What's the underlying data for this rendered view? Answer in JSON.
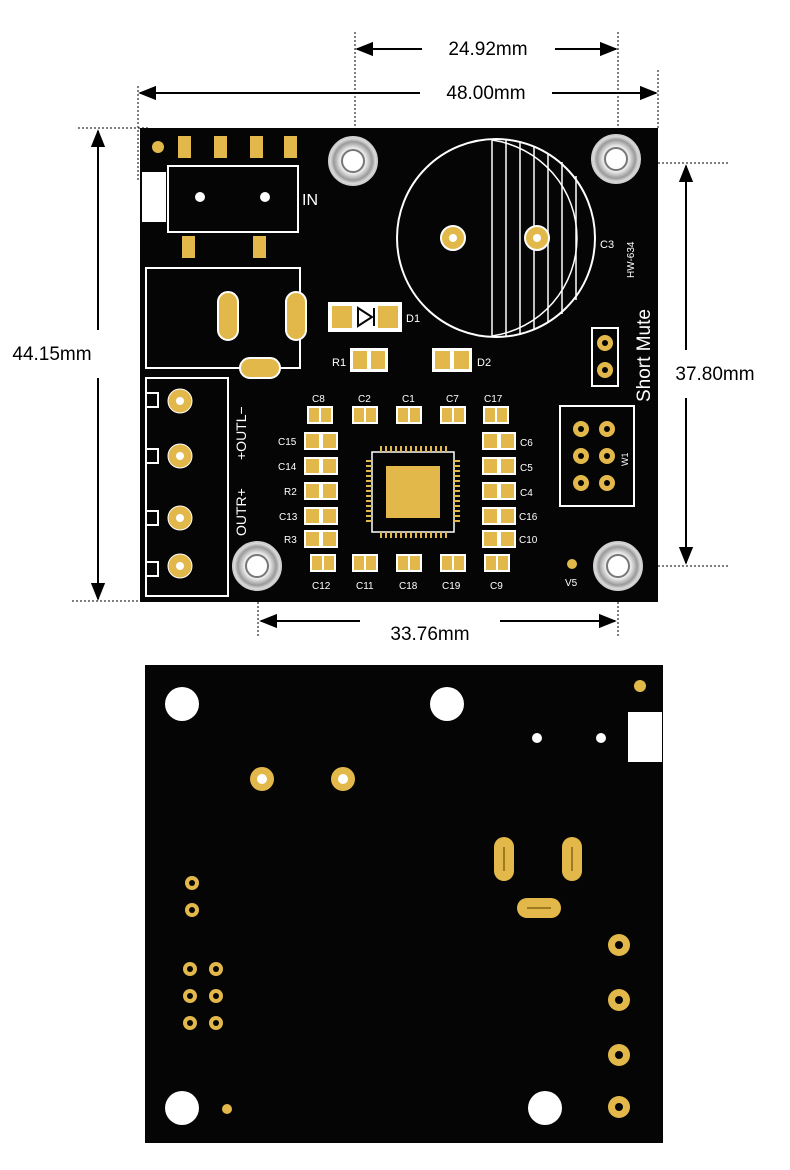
{
  "dimensions": {
    "top_partial": "24.92mm",
    "top_full": "48.00mm",
    "left_height": "44.15mm",
    "right_height": "37.80mm",
    "bottom_width": "33.76mm"
  },
  "silkscreen": {
    "input": "IN",
    "out_left": "+OUTL−",
    "out_right": "OUTR+",
    "short_mute": "Short Mute",
    "board_id": "HW-634",
    "w1": "W1",
    "v5": "V5"
  },
  "components": {
    "c3": "C3",
    "d1": "D1",
    "d2": "D2",
    "r1": "R1",
    "c8": "C8",
    "c2": "C2",
    "c1": "C1",
    "c7": "C7",
    "c17": "C17",
    "c15": "C15",
    "c14": "C14",
    "r2": "R2",
    "c13": "C13",
    "r3": "R3",
    "c6": "C6",
    "c5": "C5",
    "c4": "C4",
    "c16": "C16",
    "c10": "C10",
    "c12": "C12",
    "c11": "C11",
    "c18": "C18",
    "c19": "C19",
    "c9": "C9"
  },
  "colors": {
    "board": "#050505",
    "pad_gold": "#e3b84a",
    "silk": "#ffffff",
    "dimension_line": "#000000"
  }
}
